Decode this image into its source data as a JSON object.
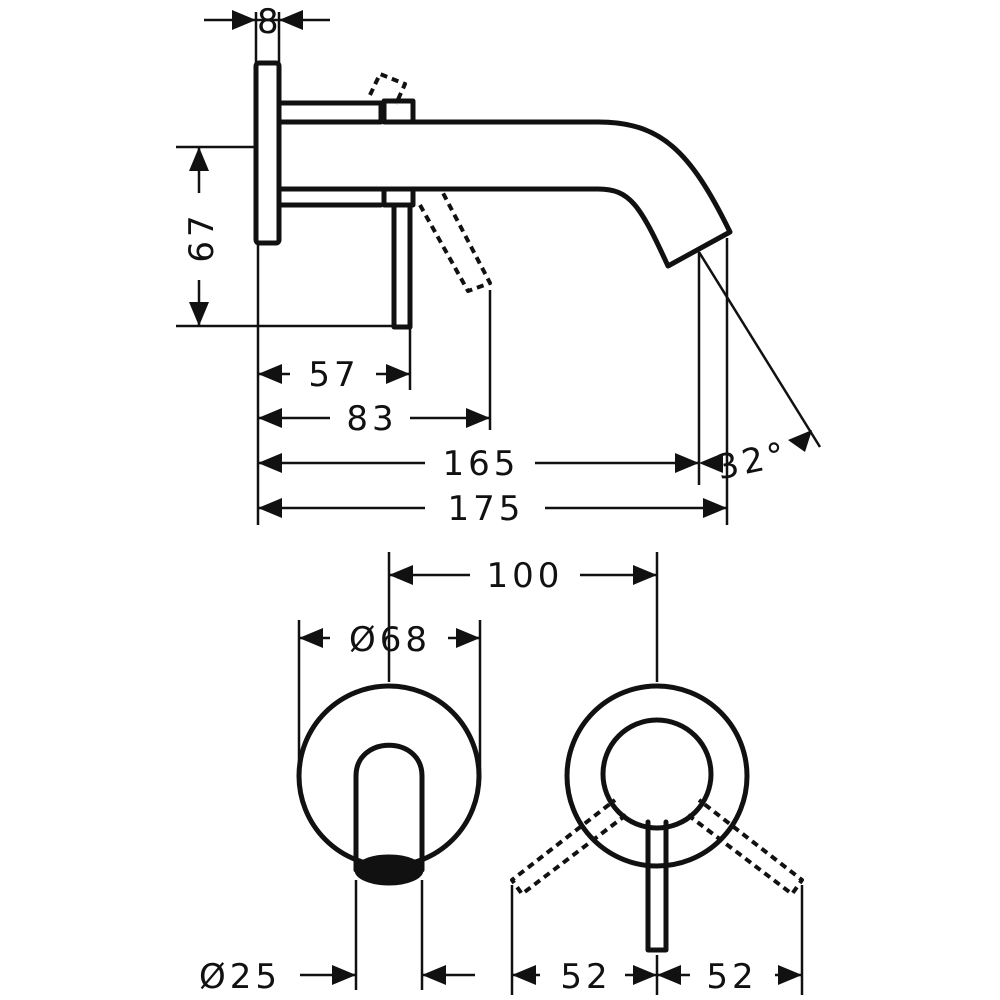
{
  "drawing": {
    "side_view": {
      "dim_plate_thickness": "8",
      "dim_height": "67",
      "dim_lever_offset": "57",
      "dim_lever_swing": "83",
      "dim_spout_length": "165",
      "dim_total_length": "175",
      "dim_angle": "32°"
    },
    "front_view": {
      "dim_centers": "100",
      "dim_rosette_diameter": "Ø68",
      "dim_spout_diameter": "Ø25",
      "dim_lever_swing_left": "52",
      "dim_lever_swing_right": "52"
    }
  }
}
